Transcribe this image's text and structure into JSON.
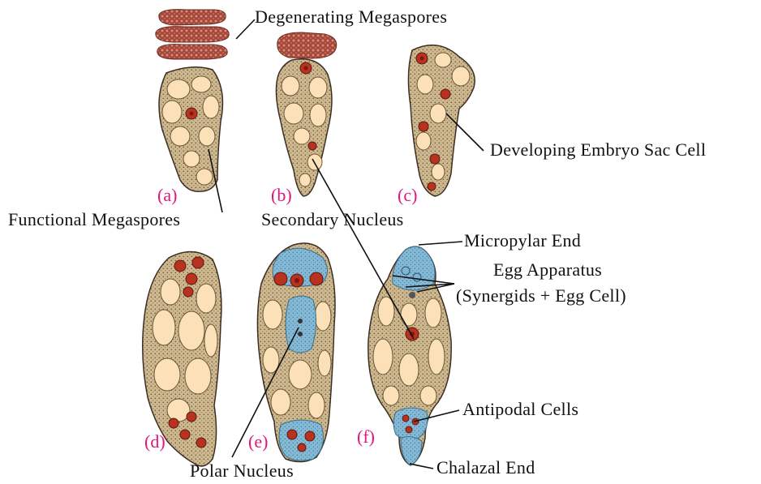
{
  "labels": {
    "degenerating": "Degenerating  Megaspores",
    "functional": "Functional  Megaspores",
    "secondary": "Secondary  Nucleus",
    "developing": "Developing Embryo Sac Cell",
    "micropylar": "Micropylar End",
    "egg_apparatus_1": "Egg  Apparatus",
    "egg_apparatus_2": "(Synergids + Egg Cell)",
    "antipodal": "Antipodal  Cells",
    "polar": "Polar  Nucleus",
    "chalazal": "Chalazal End"
  },
  "stages": [
    "(a)",
    "(b)",
    "(c)",
    "(d)",
    "(e)",
    "(f)"
  ],
  "colors": {
    "stage_label": "#e0157f",
    "cell_fill": "#c9b48e",
    "vacuole": "#fbe0b8",
    "nucleus": "#b8321f",
    "nucleus_core": "#7a1a0e",
    "blue_region": "#7fb6d3",
    "degenerating": "#a8463a",
    "outline": "#3c2e22"
  }
}
